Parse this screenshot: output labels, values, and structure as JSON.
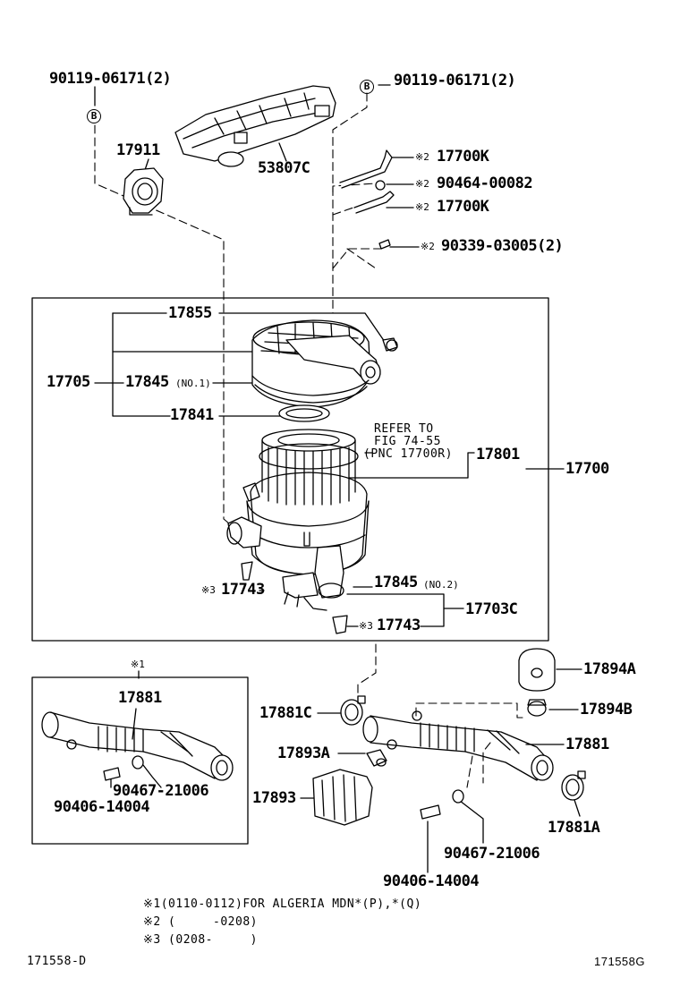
{
  "labels": {
    "p90119_left": "90119-06171(2)",
    "p90119_right": "90119-06171(2)",
    "b_left": "B",
    "b_right": "B",
    "p17911": "17911",
    "p53807c": "53807C",
    "m2a": "※2",
    "p17700k_a": "17700K",
    "m2b": "※2",
    "p90464": "90464-00082",
    "m2c": "※2",
    "p17700k_b": "17700K",
    "m2d": "※2",
    "p90339": "90339-03005(2)",
    "p17855": "17855",
    "p17705": "17705",
    "p17845_1": "17845",
    "no1": "(NO.1)",
    "p17841": "17841",
    "refer1": "REFER TO",
    "refer2": "FIG 74-55",
    "refer3": "(PNC 17700R)",
    "p17801": "17801",
    "p17700": "17700",
    "m3a": "※3",
    "p17743_a": "17743",
    "p17845_2": "17845",
    "no2": "(NO.2)",
    "m3b": "※3",
    "p17743_b": "17743",
    "p17703c": "17703C",
    "m1": "※1",
    "p17881_box": "17881",
    "p90467_box": "90467-21006",
    "p90406_box": "90406-14004",
    "p17894a": "17894A",
    "p17881c": "17881C",
    "p17894b": "17894B",
    "p17893a": "17893A",
    "p17881_main": "17881",
    "p17893": "17893",
    "p17881a": "17881A",
    "p90467_main": "90467-21006",
    "p90406_main": "90406-14004"
  },
  "notes": [
    "※1(0110-0112)FOR ALGERIA MDN*(P),*(Q)",
    "※2 (     -0208)",
    "※3 (0208-     )"
  ],
  "footer": {
    "left_code": "171558-D",
    "right_code": "171558G"
  }
}
